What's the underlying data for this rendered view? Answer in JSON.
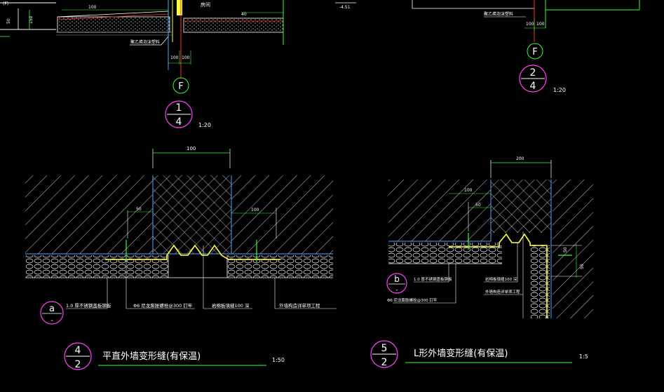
{
  "colors": {
    "background": "#000000",
    "white": "#ffffff",
    "green": "#33ff33",
    "magenta": "#ff40ff",
    "blue": "#4aa8ff",
    "yellow": "#ffff40",
    "gray": "#9a9a9a",
    "red": "#ff3030"
  },
  "top_left": {
    "elev_label": "(F)",
    "dim_vert_a": "50",
    "dim_vert_b": "150",
    "dim_top": "100",
    "room_label": "房间",
    "dim_side": "40",
    "note": "聚乙烯泡沫塑料",
    "dim_bottom_a": "100",
    "dim_bottom_b": "100",
    "grid_letter": "F",
    "detail_num": "1",
    "detail_sheet": "4",
    "scale": "1:20"
  },
  "top_right": {
    "elev_label": "-4.51",
    "note": "聚乙烯泡沫塑料",
    "dim_bottom_a": "100",
    "dim_bottom_b": "100",
    "grid_letter": "F",
    "detail_num": "2",
    "detail_sheet": "4",
    "scale": "1:20"
  },
  "detail_a": {
    "dim_top": "100",
    "dim_left": "50",
    "dim_right": "100",
    "label_1": "1.0 厚不锈钢盖板钢板",
    "label_2": "Φ6 尼龙膨胀螺栓@300 钉牢",
    "label_3": "岩棉板填缝100 深",
    "label_4": "外墙构造详单项工程",
    "marker_letter": "a",
    "marker_sub": "-",
    "title_num": "4",
    "title_sheet": "2",
    "title": "平直外墙变形缝(有保温)",
    "scale": "1:50"
  },
  "detail_b": {
    "dim_top": "200",
    "dim_left": "100",
    "dim_mid": "50",
    "dim_side_a": "50",
    "dim_side_b": "50",
    "label_1": "1.0 厚不锈钢盖板钢板",
    "label_2": "Φ6 尼龙膨胀螺栓@300 钉牢",
    "label_3": "岩棉板填缝100 深",
    "label_4": "外墙构造详单项工程",
    "marker_letter": "b",
    "marker_sub": "-",
    "title_num": "5",
    "title_sheet": "2",
    "title": "L形外墙变形缝(有保温)",
    "scale": "1:5"
  }
}
